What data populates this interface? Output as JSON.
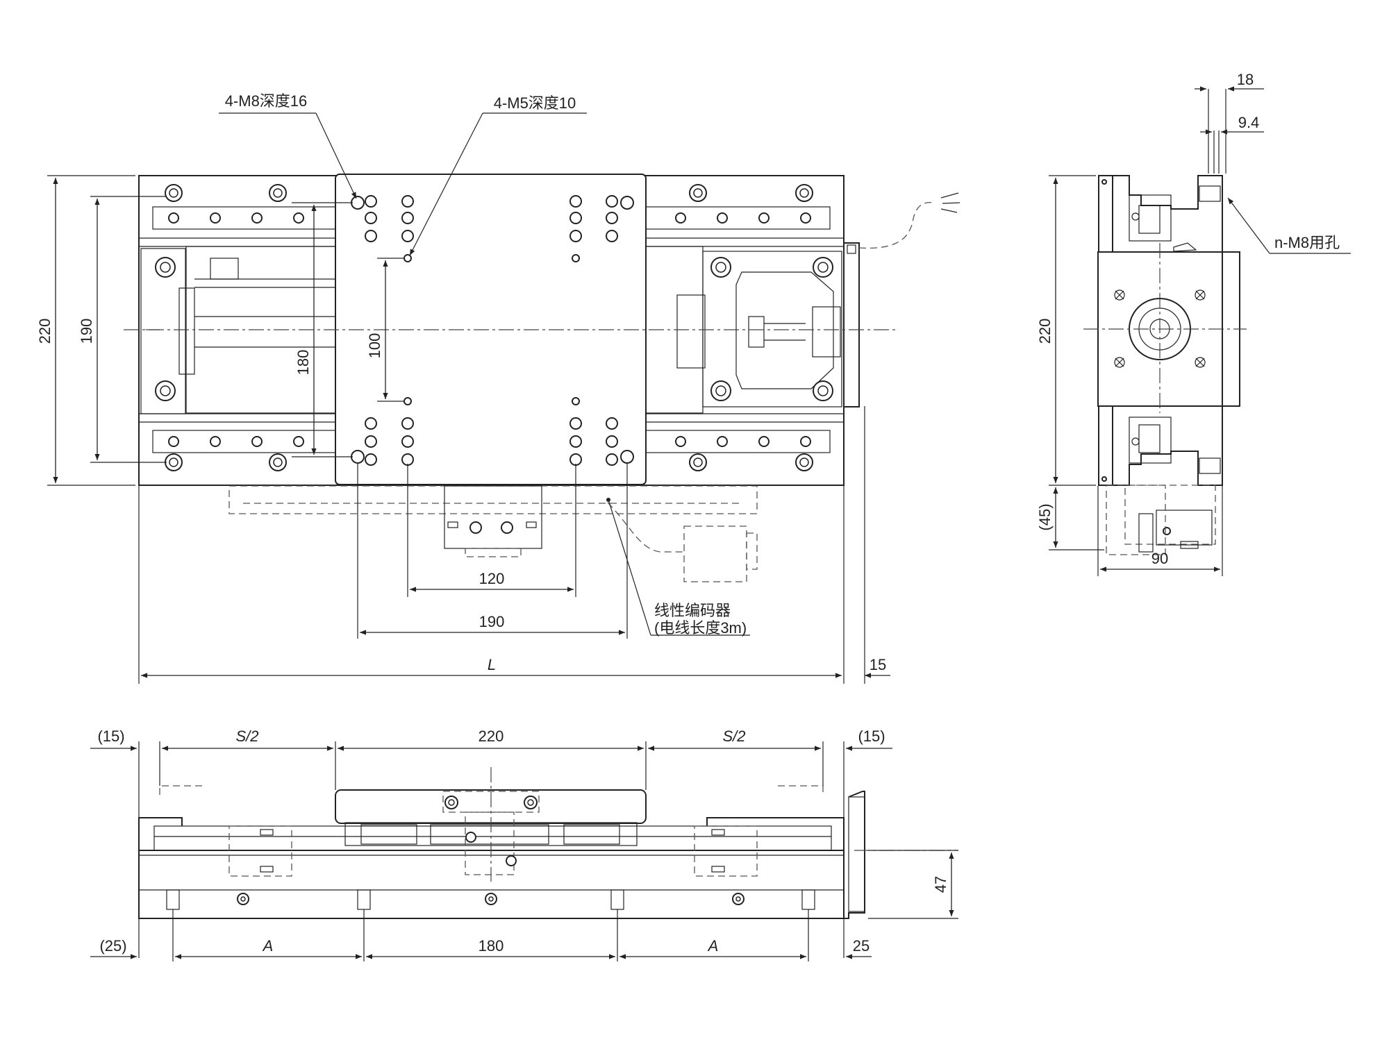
{
  "labels": {
    "m8_depth": "4-M8深度16",
    "m5_depth": "4-M5深度10",
    "encoder_line1": "线性编码器",
    "encoder_line2": "(电线长度3m)",
    "n_m8": "n-M8用孔"
  },
  "dims": {
    "top_220": "220",
    "top_190": "190",
    "top_180": "180",
    "top_100": "100",
    "top_120": "120",
    "top_190b": "190",
    "top_L": "L",
    "top_15": "15",
    "side_18": "18",
    "side_9_4": "9.4",
    "side_220": "220",
    "side_45": "(45)",
    "side_90": "90",
    "front_15l": "(15)",
    "front_s2l": "S/2",
    "front_220": "220",
    "front_s2r": "S/2",
    "front_15r": "(15)",
    "front_47": "47",
    "front_25l": "(25)",
    "front_Al": "A",
    "front_180": "180",
    "front_Ar": "A",
    "front_25r": "25"
  }
}
